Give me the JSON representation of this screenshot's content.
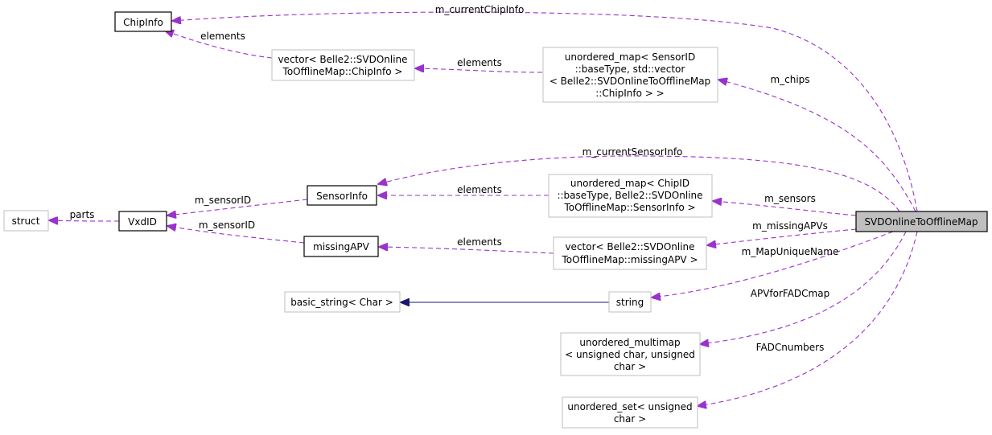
{
  "nodes": {
    "chipinfo": "ChipInfo",
    "vector_chipinfo": [
      "vector< Belle2::SVDOnline",
      "ToOfflineMap::ChipInfo >"
    ],
    "umap_sensor": [
      "unordered_map< SensorID",
      "::baseType, std::vector",
      "< Belle2::SVDOnlineToOfflineMap",
      "::ChipInfo > >"
    ],
    "sensorinfo": "SensorInfo",
    "umap_chip": [
      "unordered_map< ChipID",
      "::baseType, Belle2::SVDOnline",
      "ToOfflineMap::SensorInfo >"
    ],
    "struct": "struct",
    "vxdid": "VxdID",
    "missingapv": "missingAPV",
    "vector_missing": [
      "vector< Belle2::SVDOnline",
      "ToOfflineMap::missingAPV >"
    ],
    "basic_string": "basic_string< Char >",
    "string": "string",
    "umultimap": [
      "unordered_multimap",
      "< unsigned char, unsigned",
      "char >"
    ],
    "uset": [
      "unordered_set< unsigned",
      "char >"
    ],
    "main": "SVDOnlineToOfflineMap"
  },
  "edges": {
    "m_currentChipInfo": "m_currentChipInfo",
    "elements_vec_chip": "elements",
    "elements_umap_sensor": "elements",
    "m_chips": "m_chips",
    "m_currentSensorInfo": "m_currentSensorInfo",
    "m_sensorID_1": "m_sensorID",
    "m_sensorID_2": "m_sensorID",
    "elements_umap_chip": "elements",
    "m_sensors": "m_sensors",
    "parts": "parts",
    "m_missingAPVs": "m_missingAPVs",
    "elements_vec_missing": "elements",
    "m_MapUniqueName": "m_MapUniqueName",
    "APVforFADCmap": "APVforFADCmap",
    "FADCnumbers": "FADCnumbers"
  },
  "colors": {
    "usage_edge": "#9a32cd",
    "inheritance_edge": "#191970",
    "focus_fill": "#bfbfbf",
    "external_border": "#bfbfbf"
  }
}
